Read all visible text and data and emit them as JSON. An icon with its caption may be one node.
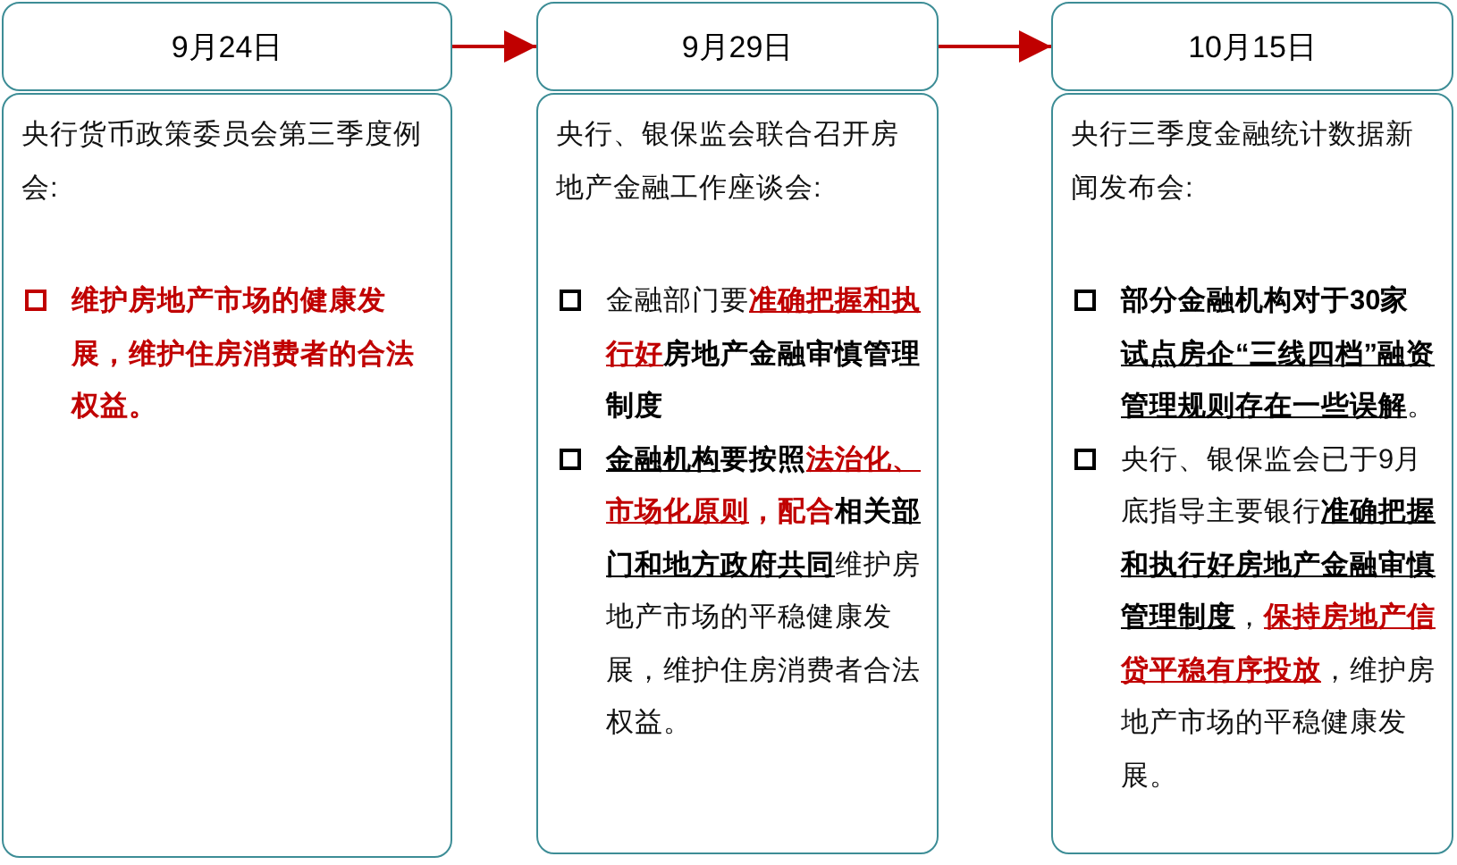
{
  "diagram": {
    "nodes": [
      {
        "text": [
          "9月24日"
        ]
      },
      {
        "text": [
          "央行货币政策委员会第三季度例会:",
          "维护房地产市场的健康发展，维护住房消费者的合法权益。"
        ]
      },
      {
        "text": [
          "9月29日"
        ]
      },
      {
        "text": [
          "央行、银保监会联合召开房地产金融工作座谈会:",
          "金融部门要**准确把握和执行好****房地产金融审慎管理制度**",
          "**金融机构****要按照****法治化、市场化原则****，配合****相关****部门和地方政府共同**维护房地产市场的平稳健康发展，维护住房消费者合法权益。"
        ]
      },
      {
        "text": [
          "10月15日"
        ]
      },
      {
        "text": [
          "央行三季度金融统计数据新闻发布会:",
          "**部分金融机构对于30家****试点房企“三线四档”融资管理规则存在一些误解**。",
          "央行、银保监会已于9月底指导主要银行**准确把握和执行好房地产金融审慎管理制度**，**保持房地产信贷平稳有序投放**，维护房地产市场的平稳健康发展。"
        ]
      }
    ],
    "edges": [
      {
        "from": 0,
        "to": 2,
        "arrow": "to",
        "color": "#c00000"
      },
      {
        "from": 2,
        "to": 4,
        "arrow": "to",
        "color": "#c00000"
      }
    ]
  }
}
